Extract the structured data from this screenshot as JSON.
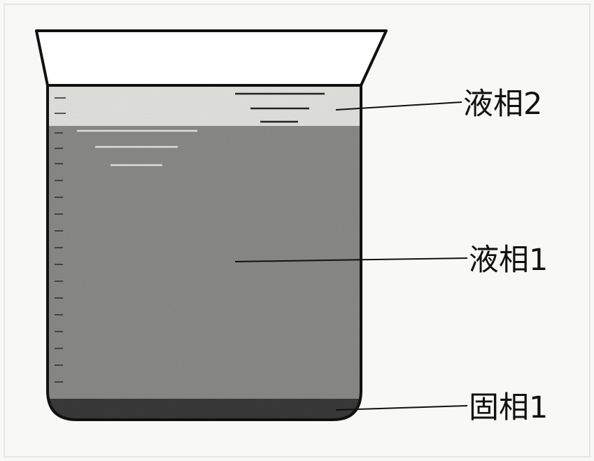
{
  "labels": {
    "liquid_phase_2": "液相2",
    "liquid_phase_1": "液相1",
    "solid_phase_1": "固相1"
  },
  "colors": {
    "paper": "#f8f8f6",
    "outline": "#111111",
    "liquid_phase_2": "#e4e4e2",
    "liquid_phase_1": "#8b8b89",
    "solid_phase_1": "#3a3a3a"
  }
}
